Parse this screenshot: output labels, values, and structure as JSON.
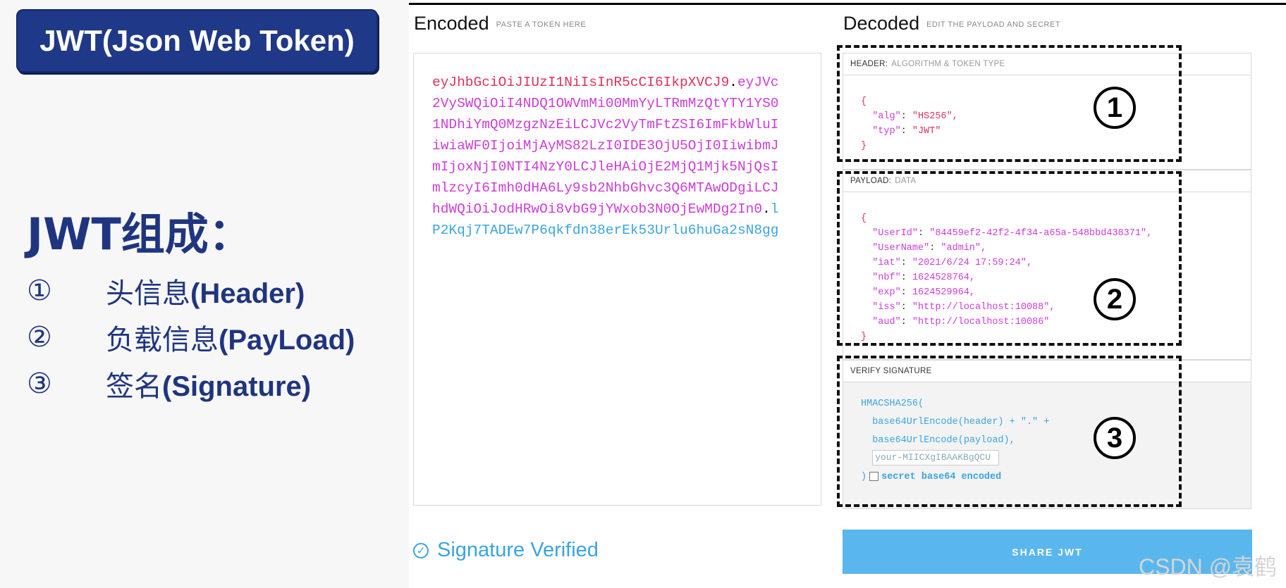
{
  "slide": {
    "title": "JWT(Json Web Token)",
    "heading": "JWT组成：",
    "items": [
      {
        "num": "①",
        "cn": "头信息",
        "en": "(Header)"
      },
      {
        "num": "②",
        "cn": "负载信息",
        "en": "(PayLoad)"
      },
      {
        "num": "③",
        "cn": "签名",
        "en": "(Signature)"
      }
    ]
  },
  "encoded": {
    "title": "Encoded",
    "hint": "PASTE A TOKEN HERE",
    "header_part": "eyJhbGciOiJIUzI1NiIsInR5cCI6IkpXVCJ9",
    "payload_part": "eyJVc2VySWQiOiI4NDQ1OWVmMi00MmYyLTRmMzQtYTY1YS01NDhiYmQ0MzgzNzEiLCJVc2VyTmFtZSI6ImFkbWluIiwiaWF0IjoiMjAyMS82LzI0IDE3OjU5OjI0IiwibmJmIjoxNjI0NTI4NzY0LCJleHAiOjE2MjQ1Mjk5NjQsImlzcyI6Imh0dHA6Ly9sb2NhbGhvc3Q6MTAwODgiLCJhdWQiOiJodHRwOi8vbG9jYWxob3N0OjEwMDg2In0",
    "signature_part": "lP2Kqj7TADEw7P6qkfdn38erEk53Urlu6huGa2sN8gg",
    "dot": "."
  },
  "decoded": {
    "title": "Decoded",
    "hint": "EDIT THE PAYLOAD AND SECRET",
    "header_label": "HEADER:",
    "header_sub": "ALGORITHM & TOKEN TYPE",
    "header_lines": [
      {
        "k": "\"alg\"",
        "v": "\"HS256\","
      },
      {
        "k": "\"typ\"",
        "v": "\"JWT\""
      }
    ],
    "payload_label": "PAYLOAD:",
    "payload_sub": "DATA",
    "payload_lines": [
      {
        "k": "\"UserId\"",
        "v": "\"84459ef2-42f2-4f34-a65a-548bbd438371\","
      },
      {
        "k": "\"UserName\"",
        "v": "\"admin\","
      },
      {
        "k": "\"iat\"",
        "v": "\"2021/6/24 17:59:24\","
      },
      {
        "k": "\"nbf\"",
        "v": "1624528764,"
      },
      {
        "k": "\"exp\"",
        "v": "1624529964,"
      },
      {
        "k": "\"iss\"",
        "v": "\"http://localhost:10088\","
      },
      {
        "k": "\"aud\"",
        "v": "\"http://localhost:10086\""
      }
    ],
    "signature_label": "VERIFY SIGNATURE",
    "sig_line1": "HMACSHA256(",
    "sig_line2": "base64UrlEncode(header) + \".\" +",
    "sig_line3": "base64UrlEncode(payload),",
    "secret_value": "your-MIICXgIBAAKBgQCU",
    "sig_close": ")",
    "secret_checkbox_label": "secret base64 encoded",
    "brace_open": "{",
    "brace_close": "}"
  },
  "annotations": [
    "1",
    "2",
    "3"
  ],
  "status": "Signature Verified",
  "share_button": "SHARE JWT",
  "watermark": "CSDN @袁鹤",
  "colors": {
    "title_bg": "#1f3887",
    "heading": "#1f3580",
    "header": "#e0325c",
    "payload": "#cc3dd6",
    "signature": "#3aa4e0",
    "button": "#5ab7ee"
  }
}
